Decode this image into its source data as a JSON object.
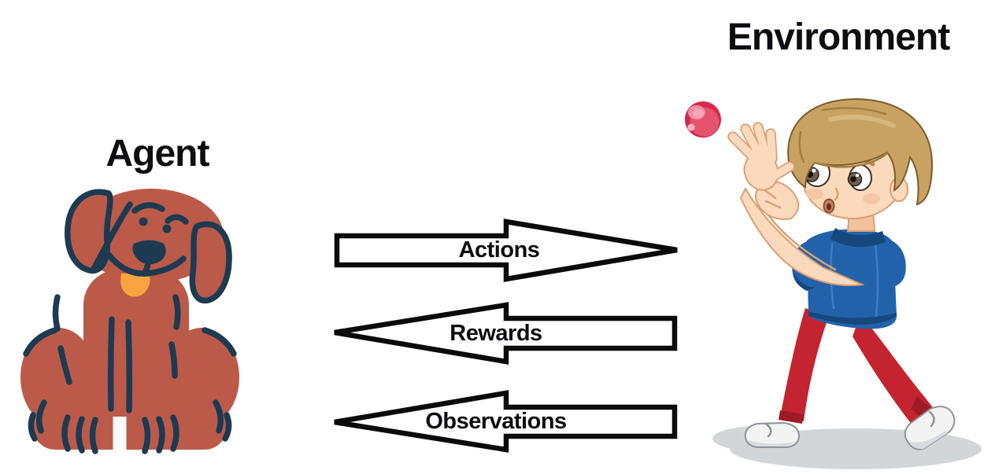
{
  "diagram": {
    "agent": {
      "label": "Agent",
      "illustration": "cartoon-dog-sitting"
    },
    "environment": {
      "label": "Environment",
      "illustration": "cartoon-boy-playing-with-ball"
    },
    "arrows": [
      {
        "label": "Actions",
        "direction": "right",
        "from": "Agent",
        "to": "Environment"
      },
      {
        "label": "Rewards",
        "direction": "left",
        "from": "Environment",
        "to": "Agent"
      },
      {
        "label": "Observations",
        "direction": "left",
        "from": "Environment",
        "to": "Agent"
      }
    ],
    "colors": {
      "background": "#ffffff",
      "title_text": "#0d0d12",
      "arrow_fill": "#ffffff",
      "arrow_stroke": "#0b0b0b",
      "dog_body": "#bc5a49",
      "dog_outline": "#1d3a50",
      "dog_tongue": "#f9a43f",
      "ball_red": "#d5294b",
      "boy_shirt_blue": "#2262aa",
      "boy_pants_red": "#c32430",
      "boy_hair_blond": "#c8a262",
      "boy_skin": "#fbd9bd",
      "shoe_white": "#f3f3f3",
      "ground_shadow": "#d3d6d9"
    }
  }
}
